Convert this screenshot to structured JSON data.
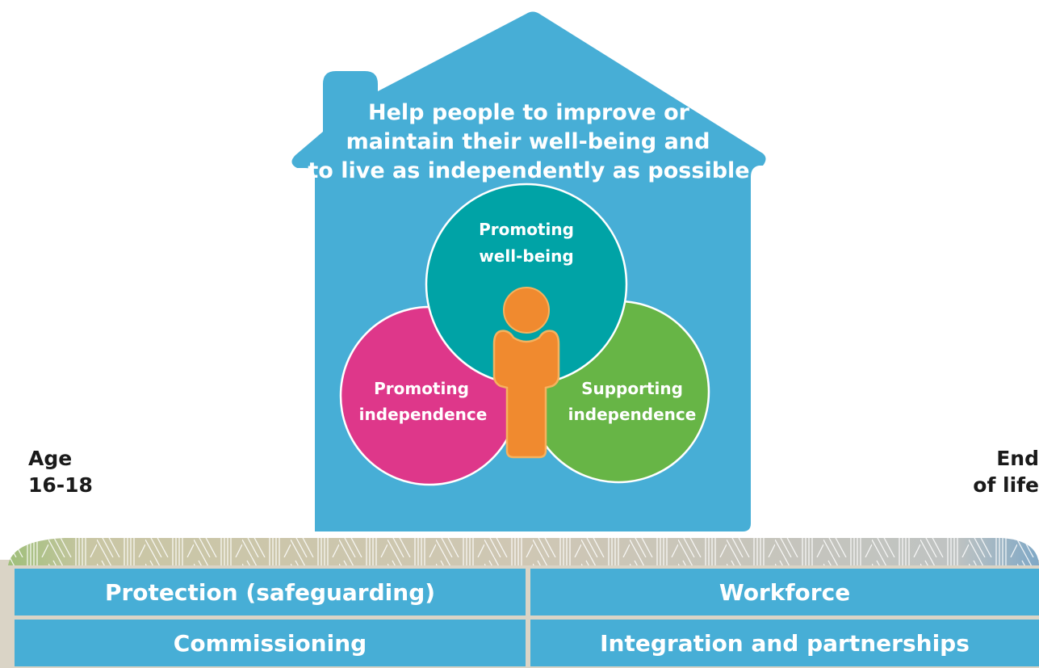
{
  "house": {
    "title_lines": [
      "Help people to improve or",
      "maintain their well-being and",
      "to live as independently as possible"
    ]
  },
  "circles": {
    "top": {
      "lines": [
        "Promoting",
        "well-being"
      ],
      "color": "#00a3a6"
    },
    "left": {
      "lines": [
        "Promoting",
        "independence"
      ],
      "color": "#de378a"
    },
    "right": {
      "lines": [
        "Supporting",
        "independence"
      ],
      "color": "#67b546"
    }
  },
  "person_color": "#f08a2f",
  "house_color": "#47aed6",
  "timeline": {
    "start_lines": [
      "Age",
      "16-18"
    ],
    "end_lines": [
      "End",
      "of life"
    ]
  },
  "foundation": {
    "protection": "Protection (safeguarding)",
    "workforce": "Workforce",
    "commissioning": "Commissioning",
    "integration": "Integration and partnerships"
  }
}
